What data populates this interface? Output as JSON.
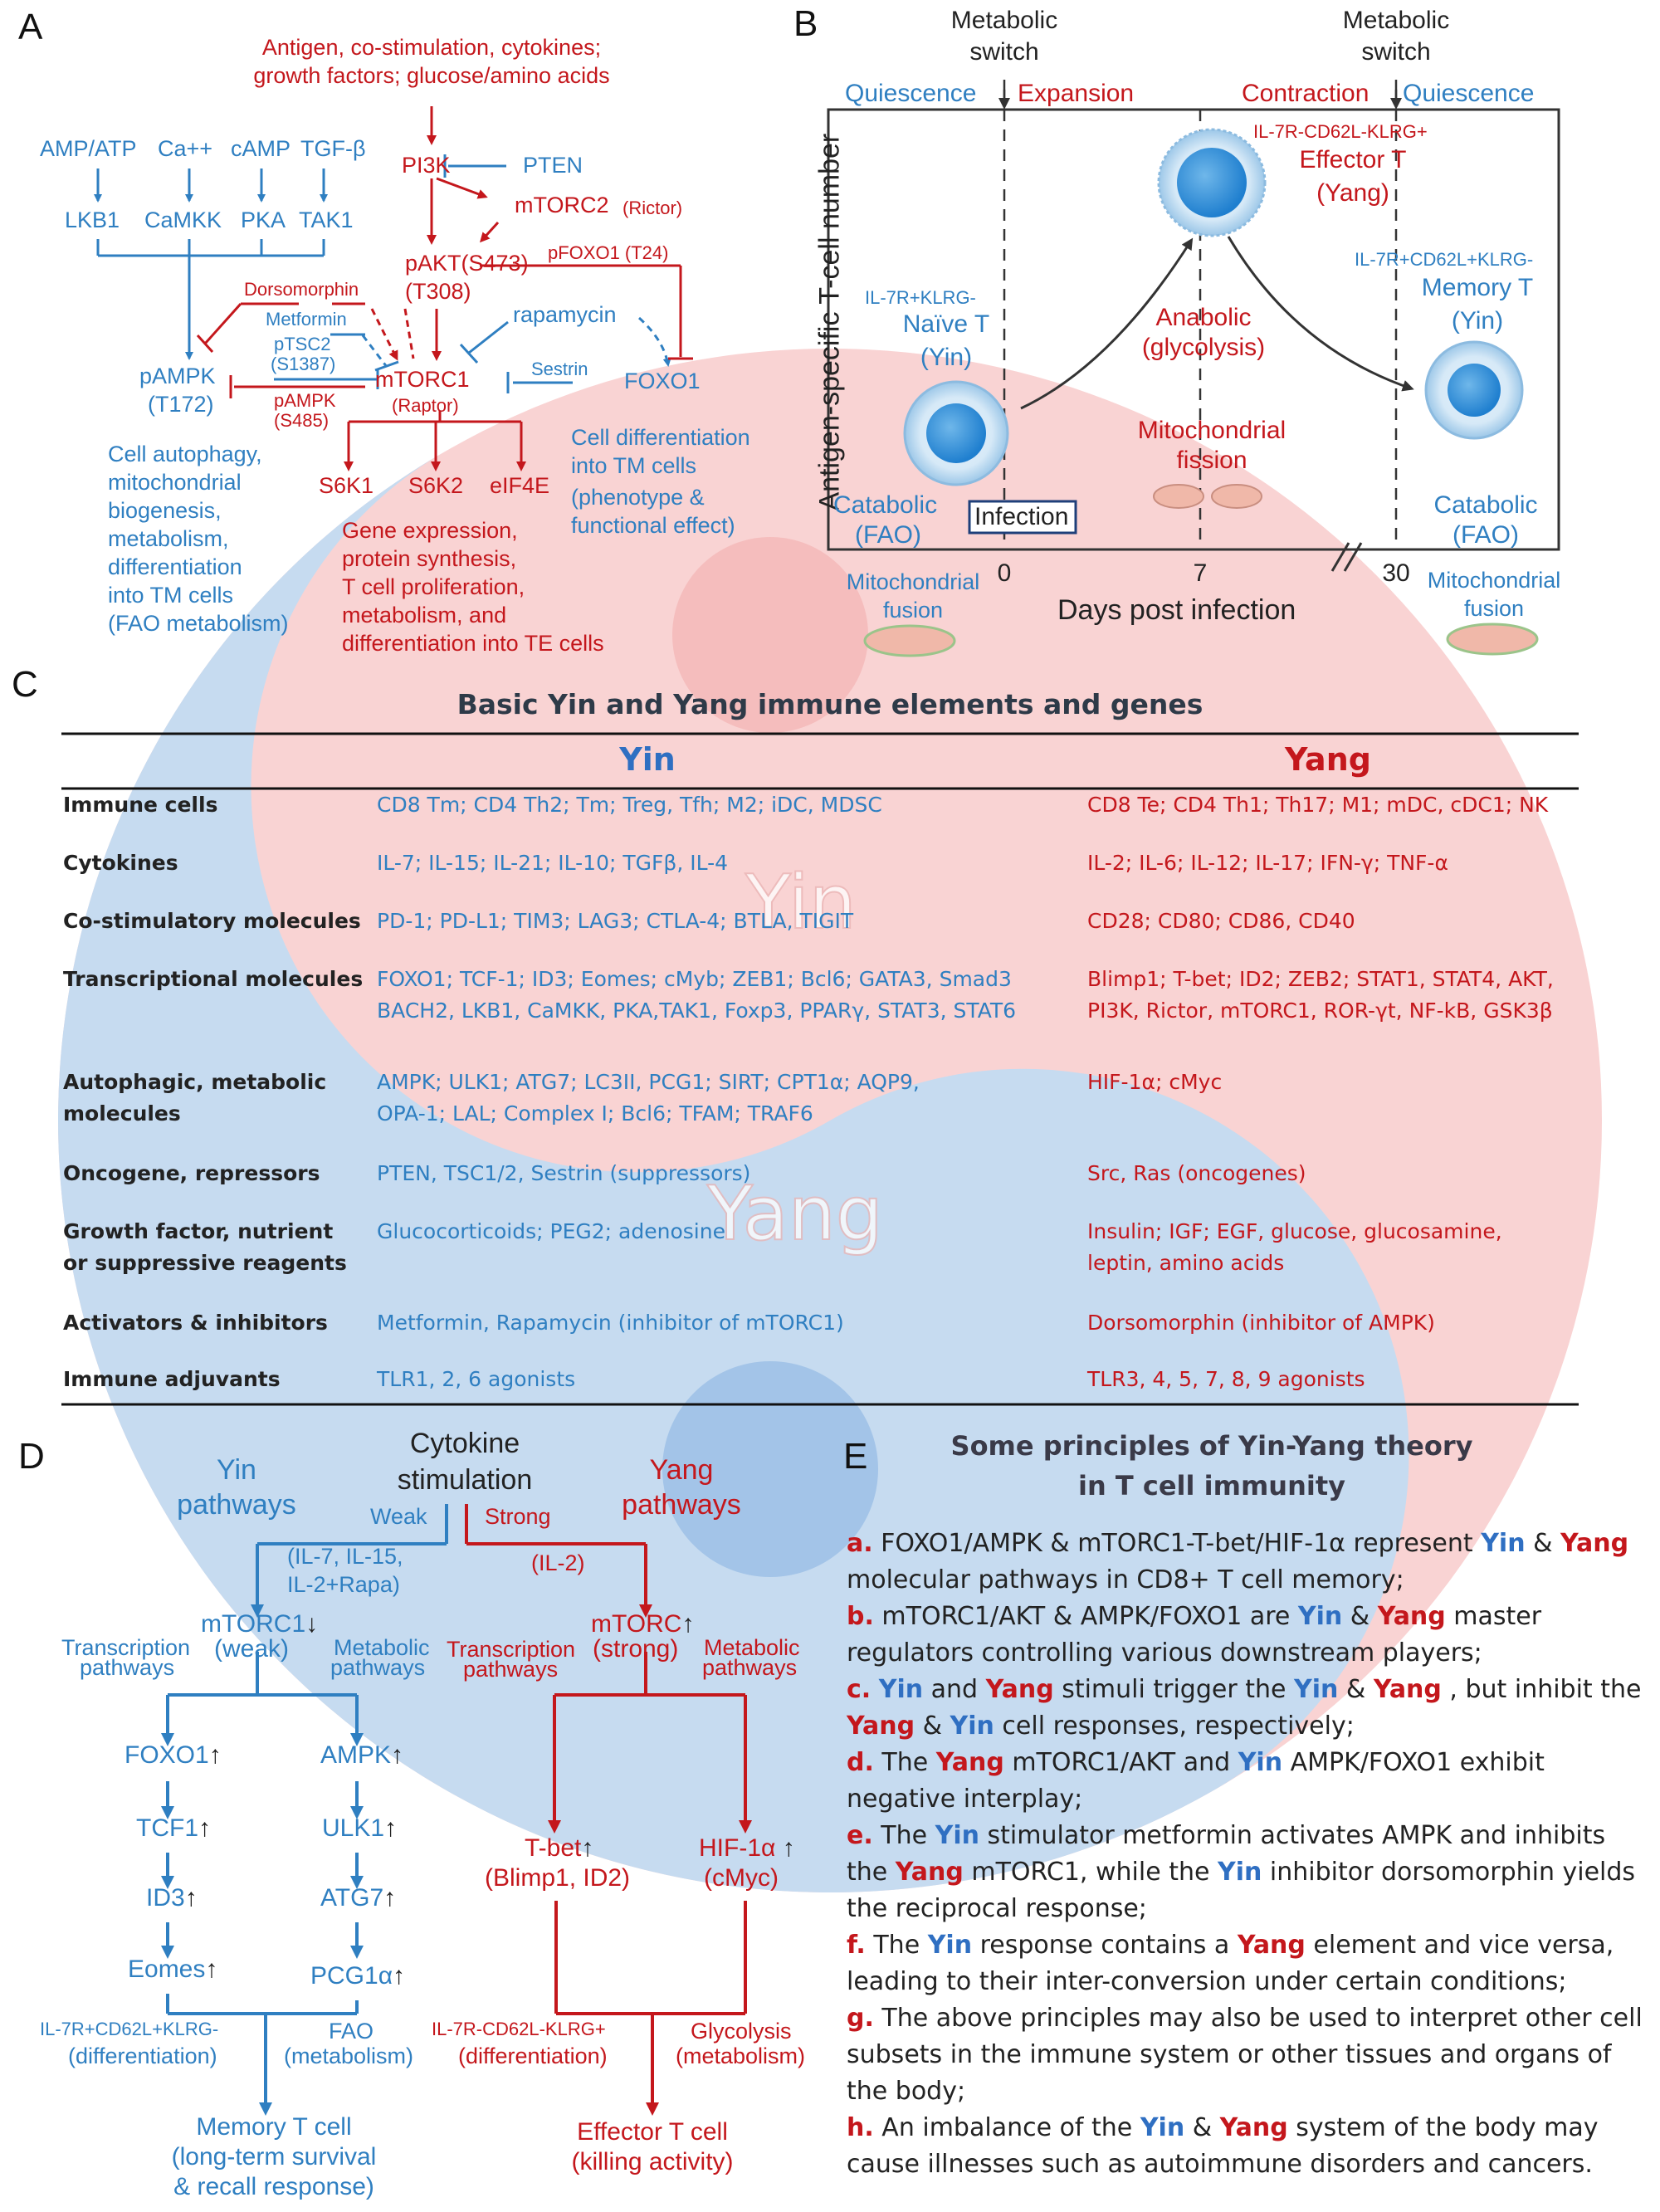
{
  "panel_labels": {
    "a": "A",
    "b": "B",
    "c": "C",
    "d": "D",
    "e": "E"
  },
  "watermark": {
    "yin": "Yin",
    "yang": "Yang"
  },
  "panelA": {
    "top_inputs": "Antigen, co-stimulation, cytokines;",
    "top_inputs2": "growth factors; glucose/amino acids",
    "amp": "AMP/ATP",
    "ca": "Ca++",
    "camp": "cAMP",
    "tgf": "TGF-β",
    "lkb1": "LKB1",
    "camkk": "CaMKK",
    "pka": "PKA",
    "tak1": "TAK1",
    "pi3k": "PI3K",
    "pten": "PTEN",
    "mtorc2": "mTORC2",
    "rictor": "(Rictor)",
    "pakt": "pAKT(S473)",
    "t308": "(T308)",
    "pfoxo1": "pFOXO1 (T24)",
    "dorsomorphin": "Dorsomorphin",
    "metformin": "Metformin",
    "rapamycin": "rapamycin",
    "ptsc2": "pTSC2",
    "s1387": "(S1387)",
    "pampk": "pAMPK",
    "t172": "(T172)",
    "pampk2": "pAMPK",
    "s485": "(S485)",
    "mtorc1": "mTORC1",
    "raptor": "(Raptor)",
    "sestrin": "Sestrin",
    "foxo1": "FOXO1",
    "s6k1": "S6K1",
    "s6k2": "S6K2",
    "eif4e": "eIF4E",
    "yin_out": [
      "Cell autophagy,",
      "mitochondrial",
      "biogenesis,",
      "metabolism,",
      "differentiation",
      "into TM cells",
      "(FAO metabolism)"
    ],
    "yang_out": [
      "Gene expression,",
      "protein synthesis,",
      "T cell proliferation,",
      "metabolism, and",
      "differentiation into TE cells"
    ],
    "foxo_out": [
      "Cell differentiation",
      "into TM cells",
      "(phenotype &",
      "functional effect)"
    ]
  },
  "panelB": {
    "switch1": "Metabolic",
    "switch1b": "switch",
    "switch2": "Metabolic",
    "switch2b": "switch",
    "quiescence1": "Quiescence",
    "expansion": "Expansion",
    "contraction": "Contraction",
    "quiescence2": "Quiescence",
    "ylabel": "Antigen-specific T-cell number",
    "xlabel": "Days post infection",
    "x_ticks": [
      "0",
      "7",
      "30"
    ],
    "naive_markers": "IL-7R+KLRG-",
    "naive": "Naïve T",
    "naive_yy": "(Yin)",
    "effector_markers": "IL-7R-CD62L-KLRG+",
    "effector": "Effector T",
    "effector_yy": "(Yang)",
    "memory_markers": "IL-7R+CD62L+KLRG-",
    "memory": "Memory T",
    "memory_yy": "(Yin)",
    "anabolic": "Anabolic",
    "glycolysis": "(glycolysis)",
    "fission": "Mitochondrial",
    "fission2": "fission",
    "catabolic1": "Catabolic",
    "fao1": "(FAO)",
    "catabolic2": "Catabolic",
    "fao2": "(FAO)",
    "infection": "Infection",
    "fusion1": "Mitochondrial",
    "fusion1b": "fusion",
    "fusion2": "Mitochondrial",
    "fusion2b": "fusion"
  },
  "panelC": {
    "title": "Basic Yin and Yang immune elements and genes",
    "col_yin": "Yin",
    "col_yang": "Yang",
    "rows": [
      {
        "label": "Immune cells",
        "yin": "CD8 Tm; CD4 Th2; Tm; Treg, Tfh;  M2; iDC, MDSC",
        "yang": "CD8 Te; CD4 Th1; Th17; M1; mDC, cDC1; NK"
      },
      {
        "label": "Cytokines",
        "yin": "IL-7; IL-15; IL-21; IL-10; TGFβ, IL-4",
        "yang": "IL-2; IL-6; IL-12; IL-17; IFN-γ; TNF-α"
      },
      {
        "label": "Co-stimulatory molecules",
        "yin": "PD-1; PD-L1; TIM3; LAG3; CTLA-4; BTLA, TIGIT",
        "yang": "CD28; CD80; CD86, CD40"
      },
      {
        "label": "Transcriptional molecules",
        "yin": "FOXO1; TCF-1; ID3; Eomes; cMyb; ZEB1; Bcl6;  GATA3, Smad3",
        "yin2": "BACH2, LKB1, CaMKK, PKA,TAK1, Foxp3, PPARγ, STAT3, STAT6",
        "yang": "Blimp1; T-bet; ID2; ZEB2; STAT1, STAT4, AKT,",
        "yang2": "PI3K, Rictor, mTORC1,  ROR-γt, NF-kB, GSK3β"
      },
      {
        "label": "Autophagic, metabolic",
        "label2": "molecules",
        "yin": "AMPK; ULK1; ATG7; LC3II, PCG1; SIRT; CPT1α; AQP9,",
        "yin2": "OPA-1; LAL; Complex I; Bcl6; TFAM; TRAF6",
        "yang": "HIF-1α; cMyc"
      },
      {
        "label": "Oncogene, repressors",
        "yin": "PTEN, TSC1/2, Sestrin  (suppressors)",
        "yang": "Src, Ras (oncogenes)"
      },
      {
        "label": "Growth factor, nutrient",
        "label2": "or suppressive reagents",
        "yin": "Glucocorticoids; PEG2;  adenosine",
        "yang": "Insulin; IGF; EGF, glucose, glucosamine,",
        "yang2": "leptin, amino acids"
      },
      {
        "label": "Activators & inhibitors",
        "yin": "Metformin, Rapamycin (inhibitor of mTORC1)",
        "yang": "Dorsomorphin (inhibitor of AMPK)"
      },
      {
        "label": "Immune adjuvants",
        "yin": "TLR1, 2, 6 agonists",
        "yang": "TLR3, 4, 5, 7, 8, 9 agonists"
      }
    ]
  },
  "panelD": {
    "cytokine": "Cytokine",
    "stimulation": "stimulation",
    "yin_path": "Yin",
    "yin_path2": "pathways",
    "yang_path": "Yang",
    "yang_path2": "pathways",
    "weak": "Weak",
    "strong": "Strong",
    "yin_cyto": "(IL-7, IL-15,",
    "yin_cyto2": "IL-2+Rapa)",
    "yang_cyto": "(IL-2)",
    "mtorc1_weak": "mTORC1",
    "weak_paren": "(weak)",
    "mtorc_strong": "mTORC",
    "strong_paren": "(strong)",
    "trans": "Transcription",
    "trans2": "pathways",
    "metab": "Metabolic",
    "metab2": "pathways",
    "trans_r": "Transcription",
    "trans_r2": "pathways",
    "metab_r": "Metabolic",
    "metab_r2": "pathways",
    "foxo1": "FOXO1",
    "tcf1": "TCF1",
    "id3": "ID3",
    "eomes": "Eomes",
    "ampk": "AMPK",
    "ulk1": "ULK1",
    "atg7": "ATG7",
    "pcg1a": "PCG1α",
    "tbet": "T-bet",
    "tbet2": "(Blimp1, ID2)",
    "hif": "HIF-1α",
    "hif2": "(cMyc)",
    "mem_markers": "IL-7R+CD62L+KLRG-",
    "mem_diff": "(differentiation)",
    "fao": "FAO",
    "fao_met": "(metabolism)",
    "eff_markers": "IL-7R-CD62L-KLRG+",
    "eff_diff": "(differentiation)",
    "glyco": "Glycolysis",
    "glyco_met": "(metabolism)",
    "memory_cell": "Memory T cell",
    "memory_cell2": "(long-term survival",
    "memory_cell3": "& recall response)",
    "effector_cell": "Effector T cell",
    "effector_cell2": "(killing activity)",
    "up": "↑",
    "down": "↓"
  },
  "panelE": {
    "title": "Some principles of Yin-Yang theory",
    "title2": "in T cell immunity",
    "items": [
      {
        "l": "a.",
        "html": "FOXO1/AMPK &amp; mTORC1-T-bet/HIF-1α represent <span class='yin'>Yin</span> &amp; <span class='yang'>Yang</span> molecular pathways in CD8+ T cell memory;"
      },
      {
        "l": "b.",
        "html": "mTORC1/AKT &amp; AMPK/FOXO1 are <span class='yin'>Yin</span> &amp; <span class='yang'>Yang</span> master regulators controlling various downstream players;"
      },
      {
        "l": "c.",
        "html": "<span class='yin'>Yin</span> and <span class='yang'>Yang</span> stimuli trigger the <span class='yin'>Yin</span> &amp; <span class='yang'>Yang</span> , but inhibit the <span class='yang'>Yang</span> &amp; <span class='yin'>Yin</span> cell responses, respectively;"
      },
      {
        "l": "d.",
        "html": "The <span class='yang'>Yang</span> mTORC1/AKT and <span class='yin'>Yin</span> AMPK/FOXO1 exhibit negative interplay;"
      },
      {
        "l": "e.",
        "html": "The <span class='yin'>Yin</span> stimulator metformin activates AMPK and inhibits the <span class='yang'>Yang</span> mTORC1, while the <span class='yin'>Yin</span> inhibitor dorsomorphin yields the reciprocal response;"
      },
      {
        "l": "f.",
        "html": "The <span class='yin'>Yin</span> response contains a <span class='yang'>Yang</span> element and vice versa, leading to their inter-conversion under certain conditions;"
      },
      {
        "l": "g.",
        "html": "The above principles may also be used to interpret other cell subsets in the immune system or other tissues and organs of the body;"
      },
      {
        "l": "h.",
        "html": "An imbalance of the <span class='yin'>Yin</span> &amp; <span class='yang'>Yang</span> system of the body may cause illnesses such as autoimmune disorders and cancers."
      }
    ]
  },
  "colors": {
    "yin": "#2f7fc1",
    "yang": "#c4171c",
    "yin_bg": "#c6dbf0",
    "yang_bg": "#f9d3d3"
  }
}
